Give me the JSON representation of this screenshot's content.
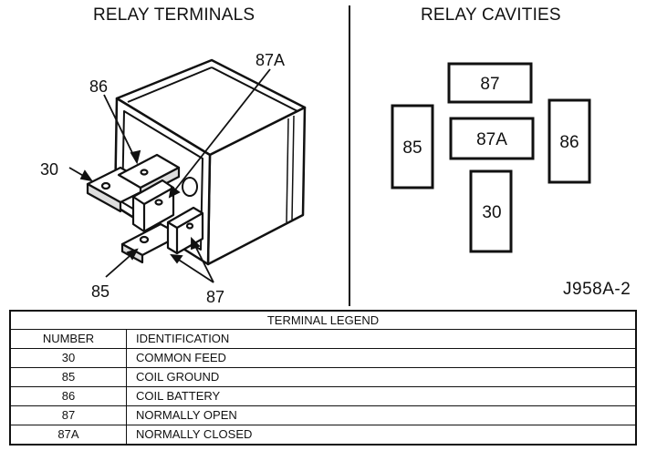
{
  "relay_terminals": {
    "title": "RELAY TERMINALS",
    "terminal_labels": {
      "t86": "86",
      "t87a": "87A",
      "t30": "30",
      "t85": "85",
      "t87": "87"
    }
  },
  "relay_cavities": {
    "title": "RELAY CAVITIES",
    "cavities": {
      "c87": "87",
      "c87a": "87A",
      "c85": "85",
      "c86": "86",
      "c30": "30"
    }
  },
  "figure_id": "J958A-2",
  "legend": {
    "title": "TERMINAL LEGEND",
    "headers": {
      "number": "NUMBER",
      "identification": "IDENTIFICATION"
    },
    "rows": [
      {
        "number": "30",
        "identification": "COMMON FEED"
      },
      {
        "number": "85",
        "identification": "COIL GROUND"
      },
      {
        "number": "86",
        "identification": "COIL BATTERY"
      },
      {
        "number": "87",
        "identification": "NORMALLY OPEN"
      },
      {
        "number": "87A",
        "identification": "NORMALLY CLOSED"
      }
    ]
  }
}
